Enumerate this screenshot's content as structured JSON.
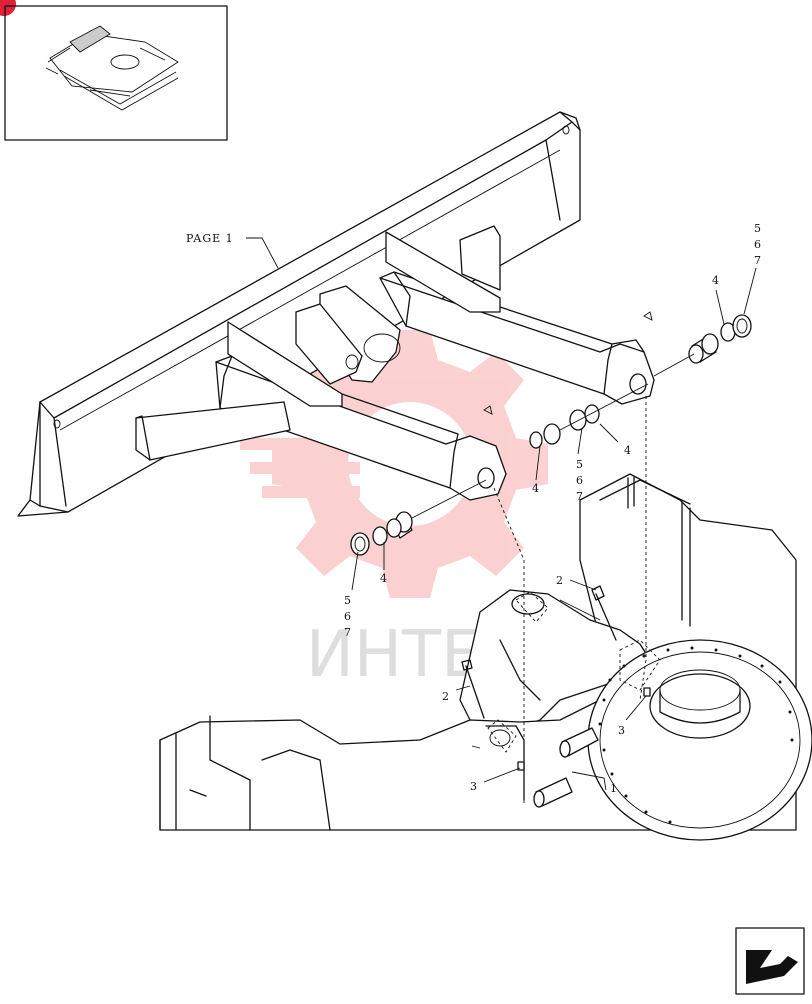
{
  "diagram": {
    "page_ref_label": "PAGE 1",
    "callouts": {
      "one": "1",
      "two": "2",
      "three": "3",
      "four": "4",
      "five": "5",
      "six": "6",
      "seven": "7"
    },
    "watermark_text": "ИНТЕХ",
    "colors": {
      "ink": "#111111",
      "watermark": "#f05a5a",
      "badge": "#e0213a"
    },
    "icons": {
      "thumbnail": "excavator-thumbnail-icon",
      "next_page": "next-page-arrow-icon"
    }
  }
}
